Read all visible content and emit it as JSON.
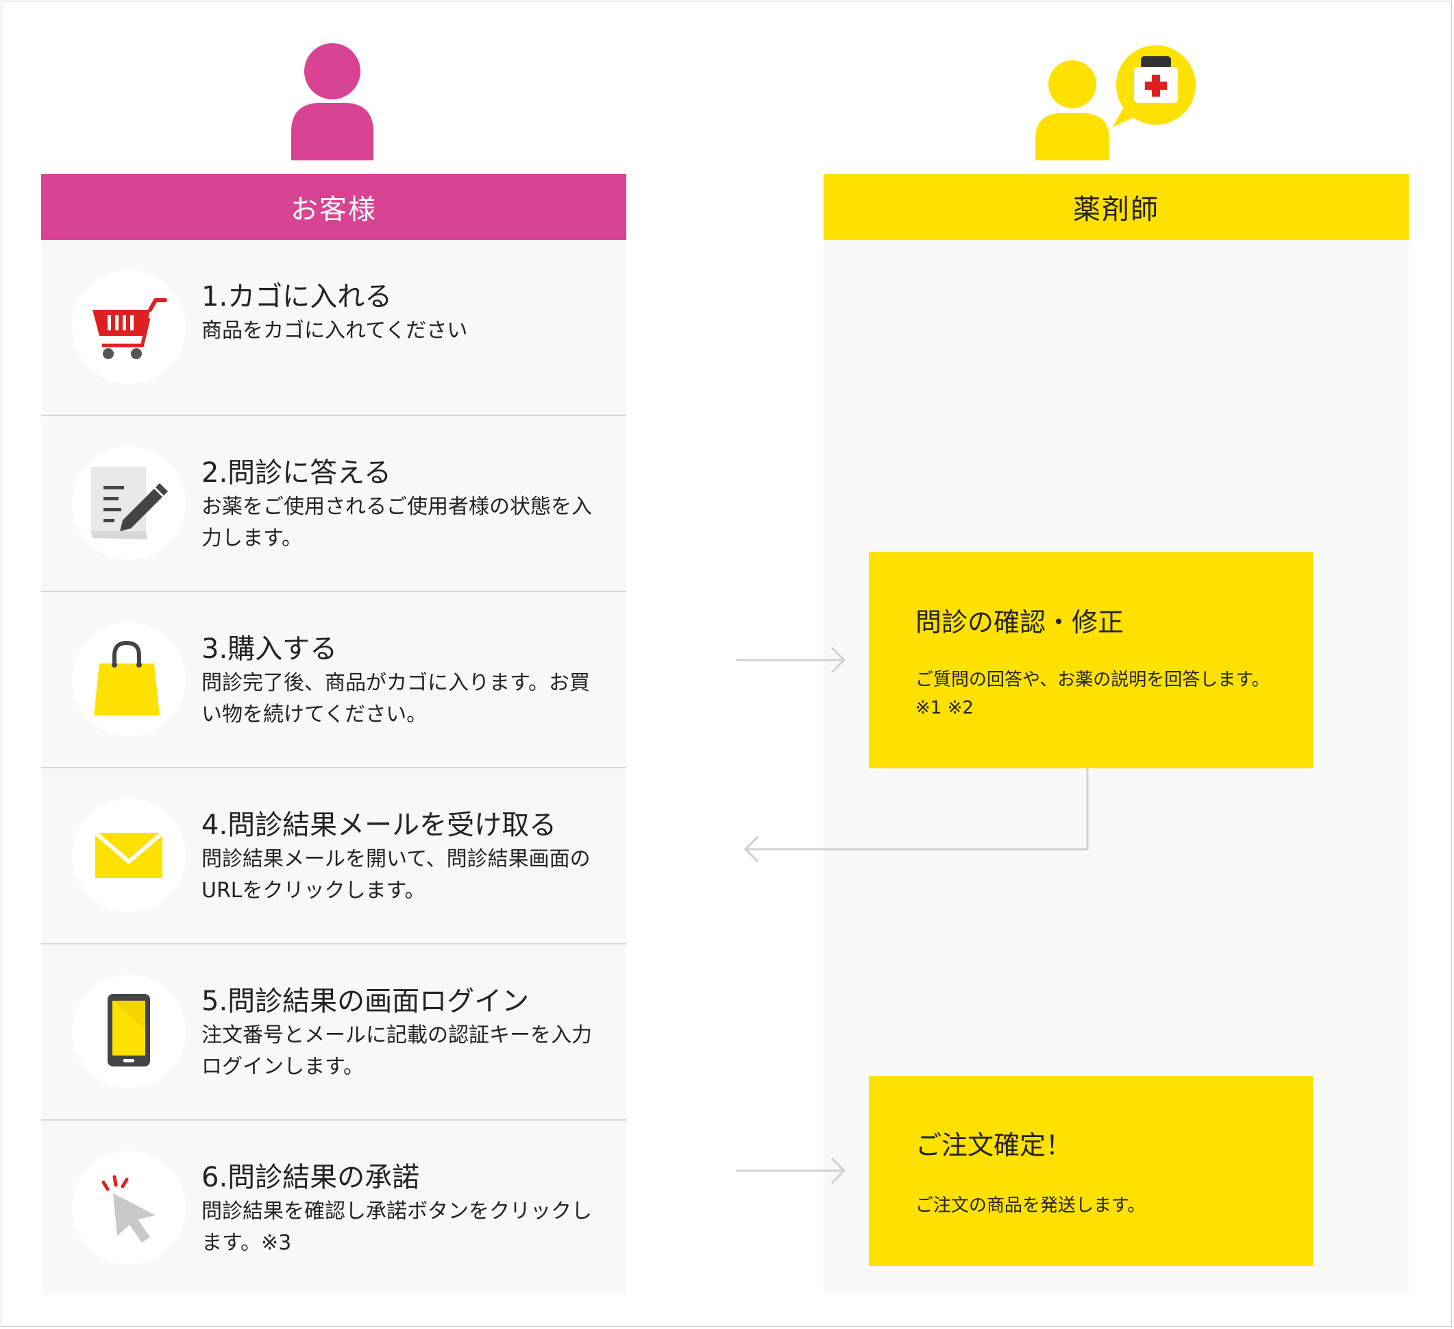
{
  "columns": {
    "customer": {
      "label": "お客様",
      "color": "#d94393"
    },
    "pharmacist": {
      "label": "薬剤師",
      "color": "#ffe100"
    }
  },
  "steps": [
    {
      "title": "1.カゴに入れる",
      "desc": "商品をカゴに入れてください",
      "icon": "shopping-cart-icon"
    },
    {
      "title": "2.問診に答える",
      "desc": "お薬をご使用されるご使用者様の状態を入力します。",
      "icon": "form-pen-icon"
    },
    {
      "title": "3.購入する",
      "desc": "問診完了後、商品がカゴに入ります。お買い物を続けてください。",
      "icon": "shopping-bag-icon"
    },
    {
      "title": "4.問診結果メールを受け取る",
      "desc": "問診結果メールを開いて、問診結果画面のURLをクリックします。",
      "icon": "envelope-icon"
    },
    {
      "title": "5.問診結果の画面ログイン",
      "desc": "注文番号とメールに記載の認証キーを入力ログインします。",
      "icon": "smartphone-icon"
    },
    {
      "title": "6.問診結果の承諾",
      "desc": "問診結果を確認し承諾ボタンをクリックします。※3",
      "icon": "cursor-click-icon"
    }
  ],
  "pharmacist_boxes": [
    {
      "title": "問診の確認・修正",
      "desc": "ご質問の回答や、お薬の説明を回答します。※1 ※2"
    },
    {
      "title": "ご注文確定！",
      "desc": "ご注文の商品を発送します。"
    }
  ],
  "colors": {
    "accent_pink": "#d94393",
    "accent_yellow": "#ffe100",
    "cart_red": "#e02020",
    "panel_bg": "#f8f8f8",
    "connector": "#cfcfcf"
  }
}
